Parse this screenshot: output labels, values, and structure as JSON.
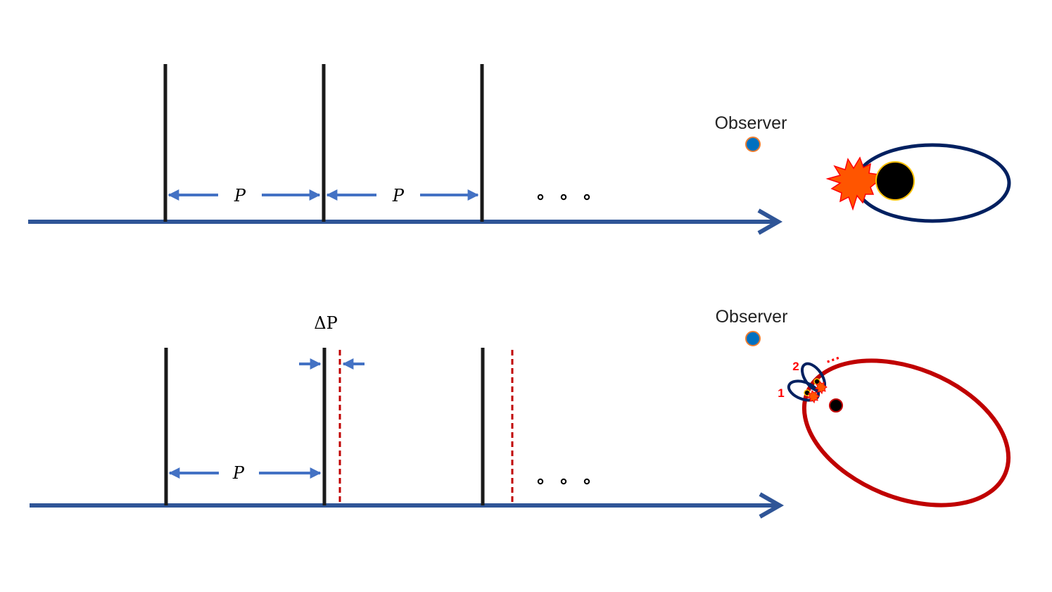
{
  "colors": {
    "axis": "#2f5597",
    "period_line": "#1a1a1a",
    "period_arrow": "#4472c4",
    "shifted_line": "#c00000",
    "observer_dot": "#0070c0",
    "observer_ring": "#ed7d31",
    "orbit_top": "#002060",
    "orbit_bottom": "#c00000",
    "black_hole": "#000000",
    "black_hole_ring": "#ffc000",
    "flare_fill": "#ff5500",
    "flare_stroke": "#ff0000",
    "labels_red": "#ff0000"
  },
  "top_panel": {
    "period_label_1": "P",
    "period_label_2": "P",
    "continuation": "。。。",
    "observer_label": "Observer"
  },
  "bottom_panel": {
    "period_label": "P",
    "delta_label": "ΔP",
    "continuation": "。。。",
    "observer_label": "Observer",
    "orbit_label_1": "1",
    "orbit_label_2": "2",
    "orbit_continuation": "…"
  }
}
